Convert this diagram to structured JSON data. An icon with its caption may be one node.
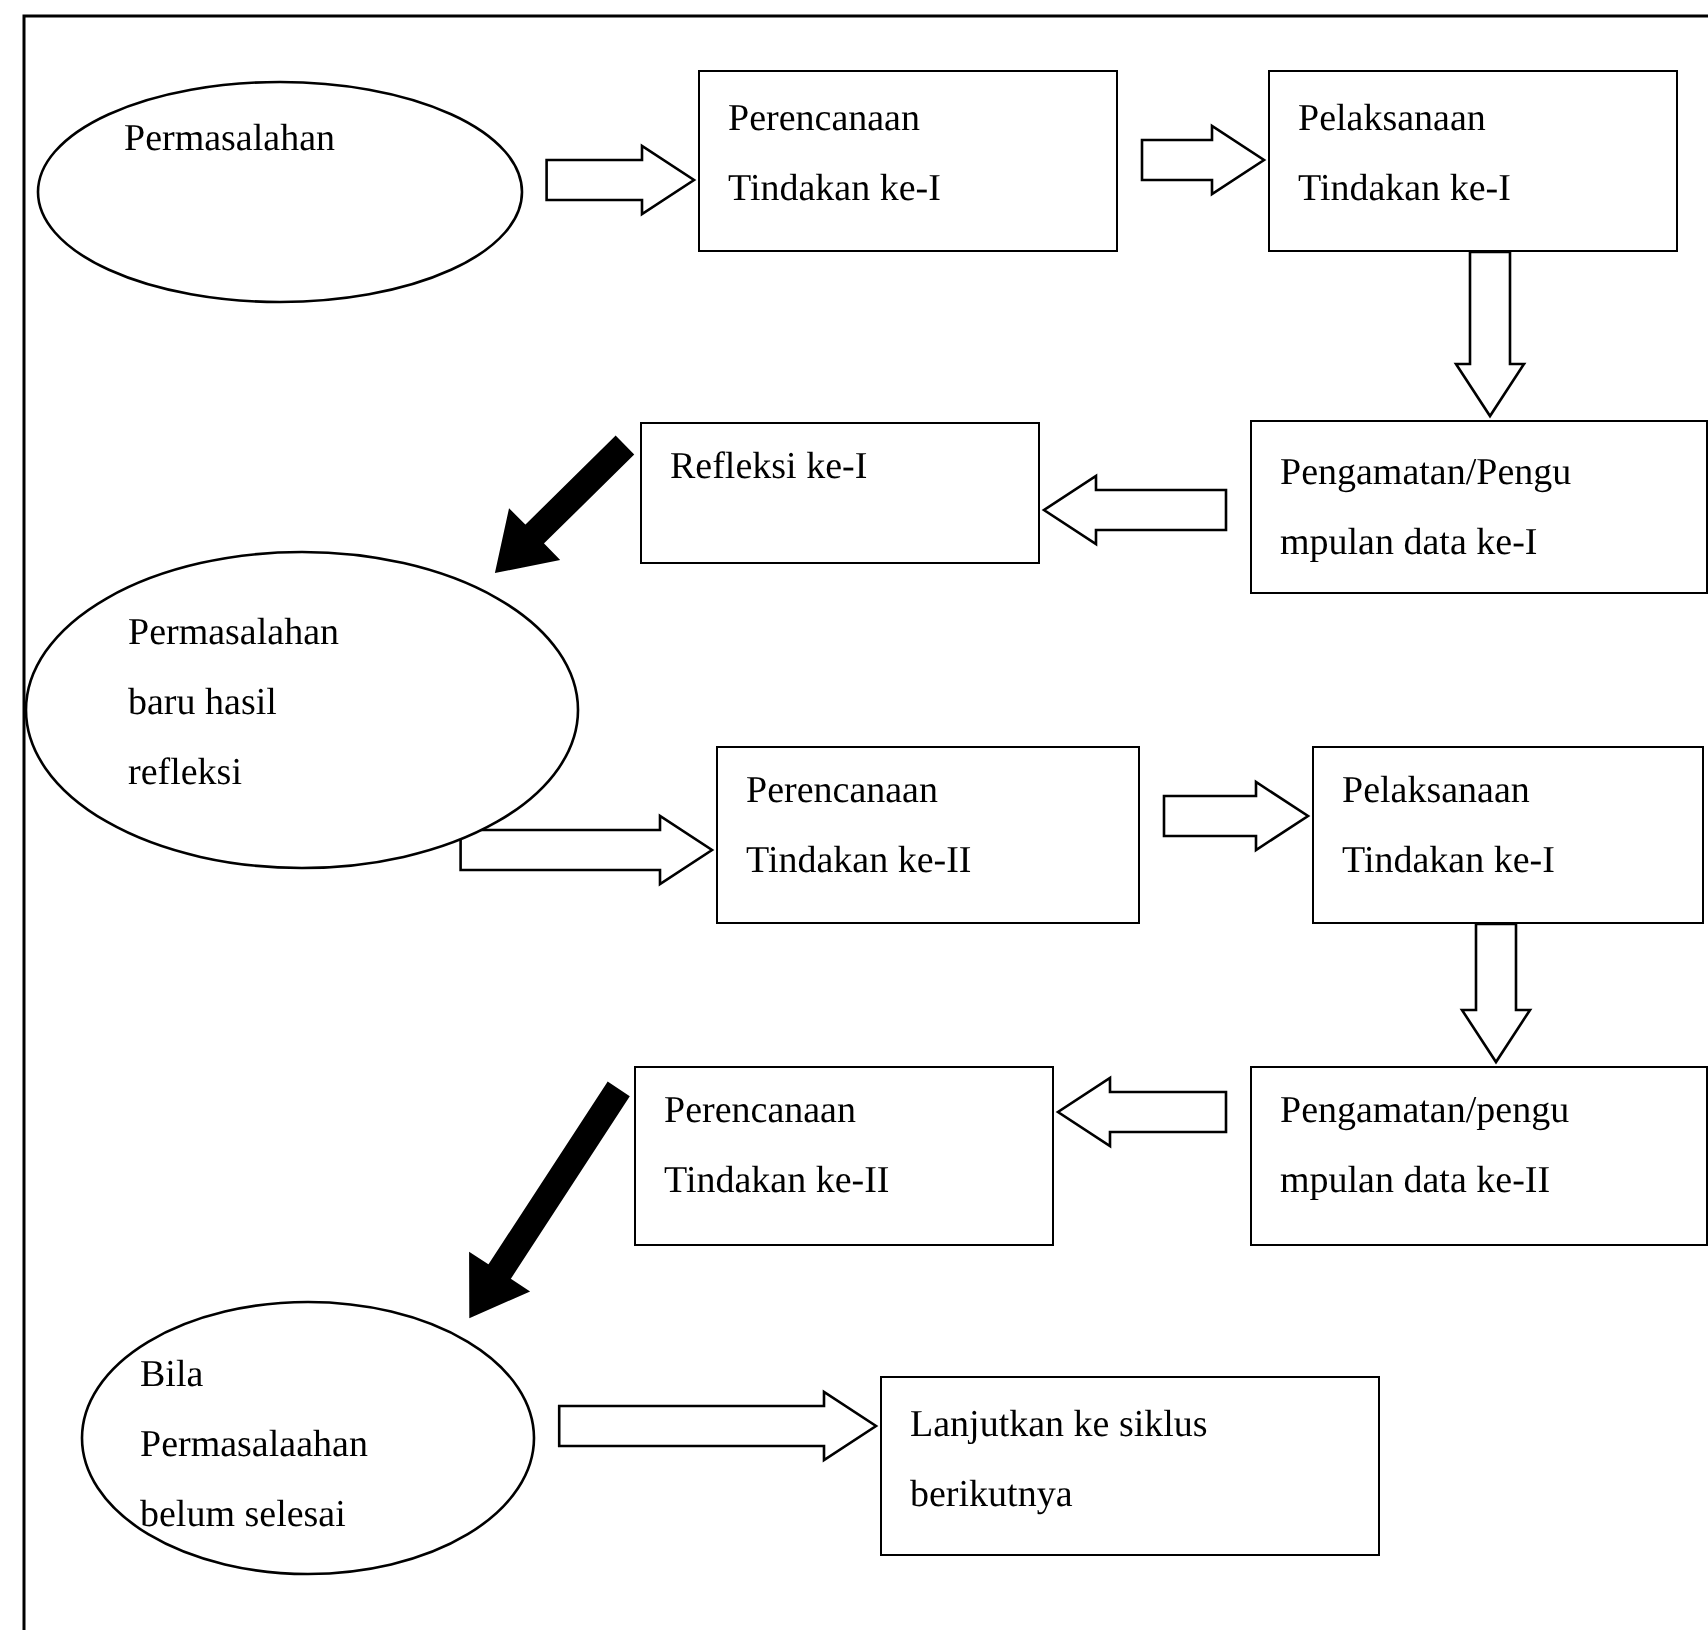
{
  "diagram": {
    "nodes": [
      {
        "text": [
          "Permasalahan"
        ]
      },
      {
        "text": [
          "Perencanaan Tindakan ke-I"
        ]
      },
      {
        "text": [
          "Pelaksanaan Tindakan ke-I"
        ]
      },
      {
        "text": [
          "Pengamatan/Pengu mpulan data ke-I"
        ]
      },
      {
        "text": [
          "Refleksi ke-I"
        ]
      },
      {
        "text": [
          "Permasalahan baru hasil refleksi"
        ]
      },
      {
        "text": [
          "Perencanaan Tindakan ke-II"
        ]
      },
      {
        "text": [
          "Pelaksanaan Tindakan ke-I"
        ]
      },
      {
        "text": [
          "Pengamatan/pengu mpulan data ke-II"
        ]
      },
      {
        "text": [
          "Perencanaan Tindakan ke-II"
        ]
      },
      {
        "text": [
          "Bila Permasalaahan belum selesai"
        ]
      },
      {
        "text": [
          "Lanjutkan ke siklus berikutnya"
        ]
      }
    ],
    "edges": [
      {
        "from": 0,
        "to": 1,
        "arrow": "to"
      },
      {
        "from": 1,
        "to": 2,
        "arrow": "to"
      },
      {
        "from": 2,
        "to": 3,
        "arrow": "to"
      },
      {
        "from": 3,
        "to": 4,
        "arrow": "to"
      },
      {
        "from": 4,
        "to": 5,
        "arrow": "to",
        "color": "#000000"
      },
      {
        "from": 5,
        "to": 6,
        "arrow": "to"
      },
      {
        "from": 6,
        "to": 7,
        "arrow": "to"
      },
      {
        "from": 7,
        "to": 8,
        "arrow": "to"
      },
      {
        "from": 8,
        "to": 9,
        "arrow": "to"
      },
      {
        "from": 9,
        "to": 10,
        "arrow": "to",
        "color": "#000000"
      },
      {
        "from": 10,
        "to": 11,
        "arrow": "to"
      }
    ]
  }
}
